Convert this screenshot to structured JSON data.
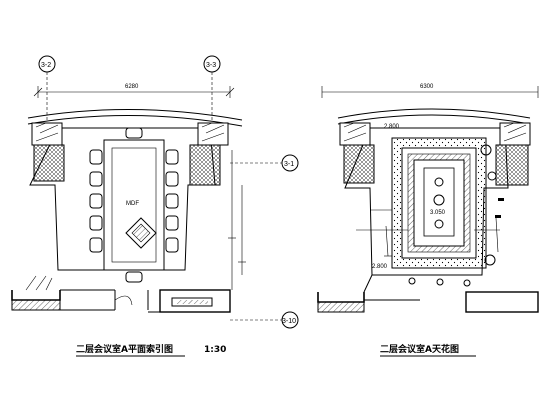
{
  "left_plan": {
    "title": "二层会议室A平面索引图",
    "scale": "1:30",
    "dimension_top": "6280",
    "section_tags": [
      "3-2",
      "3-3",
      "3-1",
      "3-10"
    ],
    "room_label": "MDF"
  },
  "right_plan": {
    "title": "二层会议室A天花图",
    "dimension_top": "6300",
    "ceiling_labels": [
      "2.800",
      "3.050",
      "2.800"
    ]
  },
  "icons": [
    "diamond-floor-pattern-icon",
    "chair-icon",
    "light-fixture-icon",
    "door-swing-icon"
  ]
}
